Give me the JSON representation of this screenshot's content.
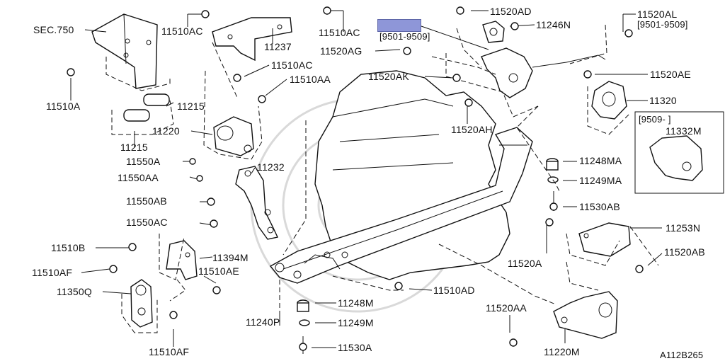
{
  "diagram": {
    "figure_code": "A112B265",
    "highlight_label": "highlighted part",
    "date_ranges": {
      "r1": "[9501-9509]",
      "r2": "[9501-9509]",
      "r3": "[9509-     ]"
    },
    "labels": {
      "sec750": "SEC.750",
      "p11510A": "11510A",
      "p11510AC_1": "11510AC",
      "p11237": "11237",
      "p11510AC_2": "11510AC",
      "p11510AC_3": "11510AC",
      "p11510AA": "11510AA",
      "p11215_1": "11215",
      "p11220": "11220",
      "p11215_2": "11215",
      "p11550A": "11550A",
      "p11550AA": "11550AA",
      "p11232": "11232",
      "p11550AB": "11550AB",
      "p11550AC": "11550AC",
      "p11510B": "11510B",
      "p11394M": "11394M",
      "p11510AF_1": "11510AF",
      "p11510AE": "11510AE",
      "p11350Q": "11350Q",
      "p11510AF_2": "11510AF",
      "p11240P": "11240P",
      "p11248M": "11248M",
      "p11249M": "11249M",
      "p11530A": "11530A",
      "p11510AD": "11510AD",
      "p11520AD": "11520AD",
      "p11246N": "11246N",
      "p11520AG": "11520AG",
      "p11520AK": "11520AK",
      "p11520AH": "11520AH",
      "p11520AL": "11520AL",
      "p11520AE": "11520AE",
      "p11320": "11320",
      "p11332M": "11332M",
      "p11248MA": "11248MA",
      "p11249MA": "11249MA",
      "p11530AB": "11530AB",
      "p11253N": "11253N",
      "p11520A": "11520A",
      "p11520AB": "11520AB",
      "p11520AA": "11520AA",
      "p11220M": "11220M"
    }
  }
}
